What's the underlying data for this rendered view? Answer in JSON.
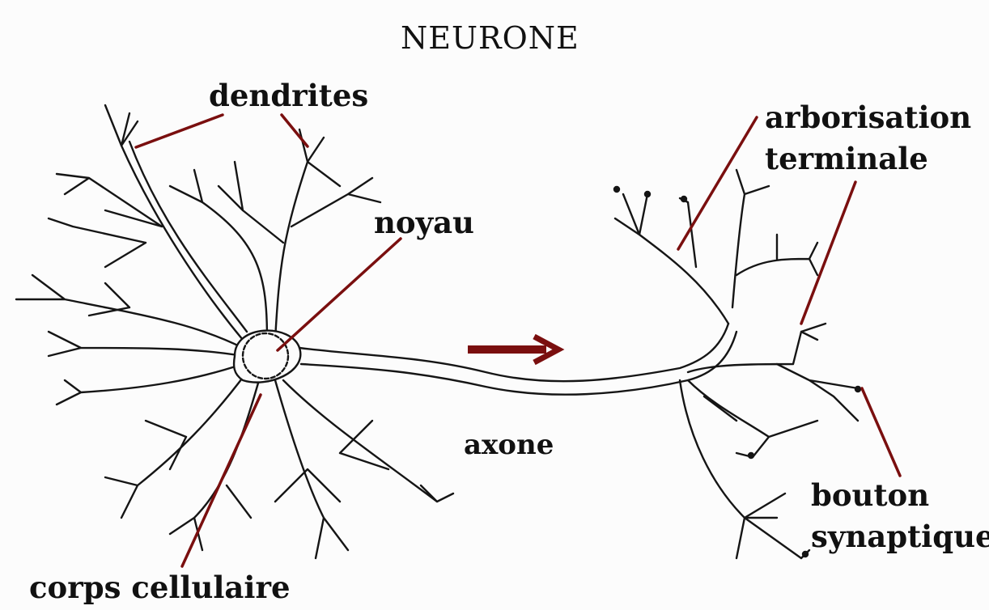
{
  "title": "NEURONE",
  "labels": {
    "dendrites": "dendrites",
    "noyau": "noyau",
    "axone": "axone",
    "corps_cellulaire": "corps cellulaire",
    "arborisation_line1": "arborisation",
    "arborisation_line2": "terminale",
    "bouton_line1": "bouton",
    "bouton_line2": "synaptique"
  },
  "colors": {
    "pointer": "#7a0f0f",
    "ink": "#151515",
    "background": "#fcfcfc"
  }
}
